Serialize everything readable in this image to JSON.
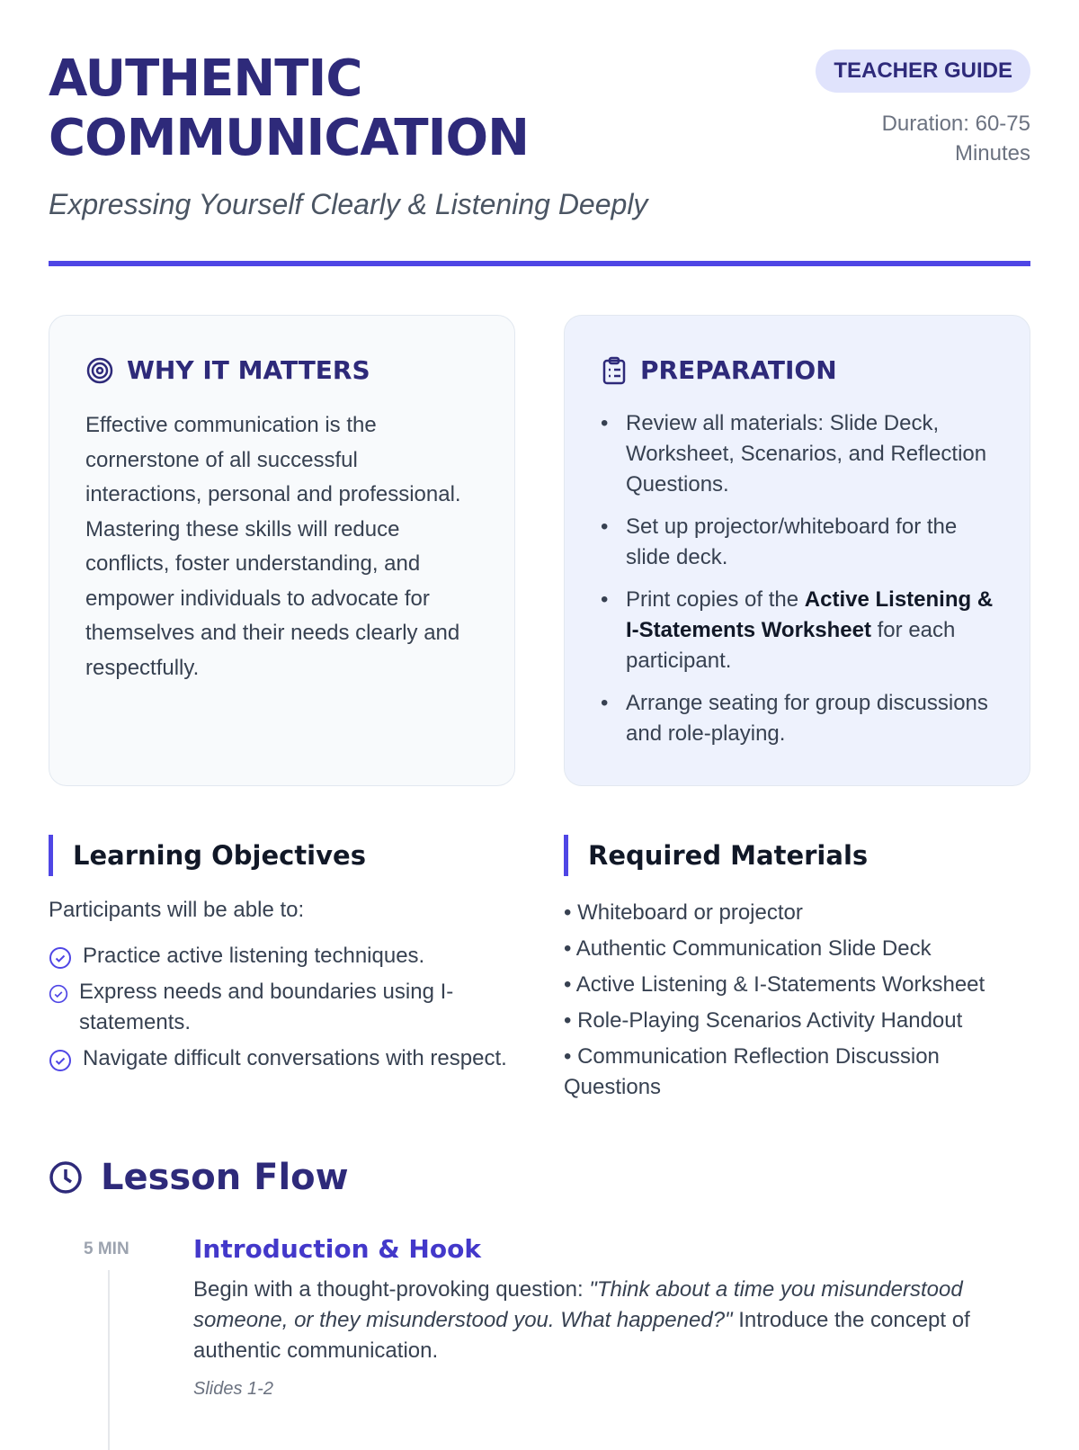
{
  "header": {
    "title_line1": "AUTHENTIC",
    "title_line2": "COMMUNICATION",
    "subtitle": "Expressing Yourself Clearly & Listening Deeply",
    "badge": "TEACHER GUIDE",
    "duration": "Duration: 60-75 Minutes"
  },
  "why": {
    "title": "WHY IT MATTERS",
    "icon": "target-icon",
    "text": "Effective communication is the cornerstone of all successful interactions, personal and professional. Mastering these skills will reduce conflicts, foster understanding, and empower individuals to advocate for themselves and their needs clearly and respectfully."
  },
  "prep": {
    "title": "PREPARATION",
    "icon": "clipboard-icon",
    "items": [
      {
        "text": "Review all materials: Slide Deck, Worksheet, Scenarios, and Reflection Questions."
      },
      {
        "text": "Set up projector/whiteboard for the slide deck."
      },
      {
        "pre": "Print copies of the ",
        "bold": "Active Listening & I-Statements Worksheet",
        "post": " for each participant."
      },
      {
        "text": "Arrange seating for group discussions and role-playing."
      }
    ]
  },
  "objectives": {
    "title": "Learning Objectives",
    "intro": "Participants will be able to:",
    "items": [
      "Practice active listening techniques.",
      "Express needs and boundaries using I-statements.",
      "Navigate difficult conversations with respect."
    ]
  },
  "materials": {
    "title": "Required Materials",
    "items": [
      "• Whiteboard or projector",
      "• Authentic Communication Slide Deck",
      "• Active Listening & I-Statements Worksheet",
      "• Role-Playing Scenarios Activity Handout",
      "• Communication Reflection Discussion Questions"
    ]
  },
  "flow": {
    "title": "Lesson Flow",
    "steps": [
      {
        "time": "5 MIN",
        "title": "Introduction & Hook",
        "pre": "Begin with a thought-provoking question: ",
        "quote": "\"Think about a time you misunderstood someone, or they misunderstood you. What happened?\"",
        "post": " Introduce the concept of authentic communication.",
        "slides": "Slides 1-2"
      }
    ]
  }
}
